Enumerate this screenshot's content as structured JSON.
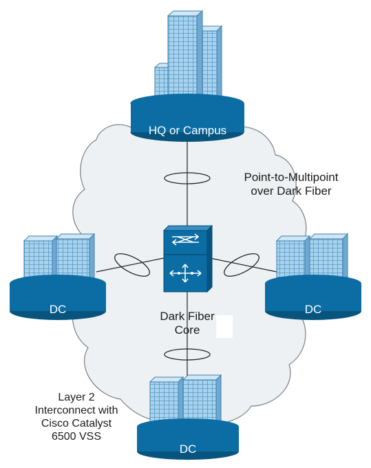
{
  "sites": {
    "hq": "HQ or Campus",
    "dc_left": "DC",
    "dc_right": "DC",
    "dc_bottom": "DC"
  },
  "annotations": {
    "topology": [
      "Point-to-Multipoint",
      "over Dark Fiber"
    ],
    "core": [
      "Dark Fiber",
      "Core"
    ],
    "interconnect": [
      "Layer 2",
      "Interconnect with",
      "Cisco Catalyst",
      "6500 VSS"
    ]
  },
  "colors": {
    "cloud_fill": "#eef1f3",
    "cloud_stroke": "#7a7f85",
    "platform_fill": "#0b6da4",
    "platform_edge": "#07547f",
    "building_fill": "#a7d3ee",
    "building_stroke": "#3c7fad",
    "switch_fill": "#0b6da4"
  },
  "icons": {
    "hq": "office-building-icon",
    "datacenter": "datacenter-building-icon",
    "core": "vss-switch-icon"
  }
}
